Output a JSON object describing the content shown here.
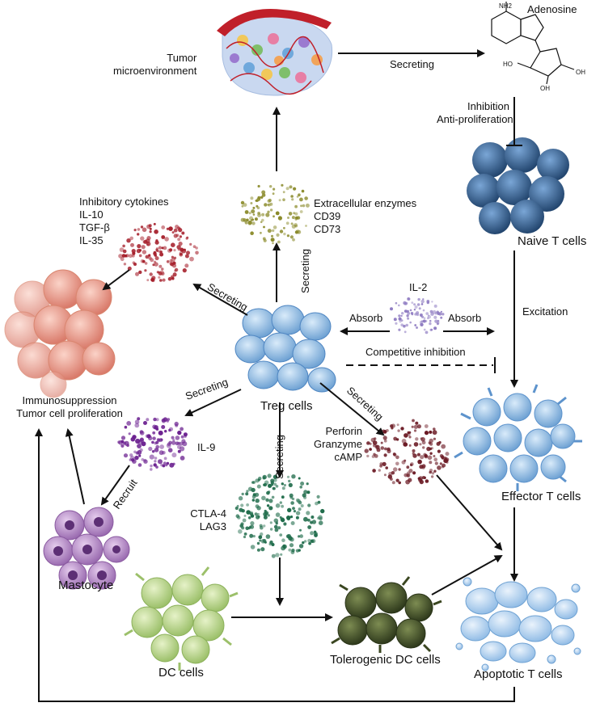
{
  "nodes": {
    "tumor": {
      "label_1": "Tumor",
      "label_2": "microenvironment"
    },
    "adenosine": {
      "label": "Adenosine",
      "nh2": "NH2",
      "oh_1": "HO",
      "oh_2": "OH",
      "oh_3": "OH"
    },
    "naive_t": {
      "label": "Naive T cells"
    },
    "treg": {
      "label": "Treg cells"
    },
    "effector_t": {
      "label": "Effector T cells"
    },
    "apoptotic_t": {
      "label": "Apoptotic T cells"
    },
    "tolerogenic_dc": {
      "label": "Tolerogenic DC cells"
    },
    "dc": {
      "label": "DC cells"
    },
    "mastocyte": {
      "label": "Mastocyte"
    },
    "immunosuppression": {
      "label_1": "Immunosuppression",
      "label_2": "Tumor cell proliferation"
    }
  },
  "molecules": {
    "enzymes": {
      "label_1": "Extracellular enzymes",
      "label_2": "CD39",
      "label_3": "CD73",
      "color": "#8a8a2a"
    },
    "cytokines": {
      "label_1": "Inhibitory cytokines",
      "label_2": "IL-10",
      "label_3": "TGF-β",
      "label_4": "IL-35",
      "color": "#a51e2a"
    },
    "il2": {
      "label": "IL-2",
      "color": "#8f7cc2"
    },
    "il9": {
      "label": "IL-9",
      "color": "#6a1f8f"
    },
    "ctla4": {
      "label_1": "CTLA-4",
      "label_2": "LAG3",
      "color": "#1e6b4a"
    },
    "perforin": {
      "label_1": "Perforin",
      "label_2": "Granzyme",
      "label_3": "cAMP",
      "color": "#6b1a24"
    }
  },
  "edges": {
    "secreting_top": "Secreting",
    "inhibition_1": "Inhibition",
    "inhibition_2": "Anti-proliferation",
    "excitation": "Excitation",
    "absorb_left": "Absorb",
    "absorb_right": "Absorb",
    "competitive": "Competitive inhibition",
    "secreting_up": "Secreting",
    "secreting_left": "Secreting",
    "secreting_down_left": "Secreting",
    "secreting_down": "Secreting",
    "secreting_down_right": "Secreting",
    "recruit": "Recruit"
  }
}
